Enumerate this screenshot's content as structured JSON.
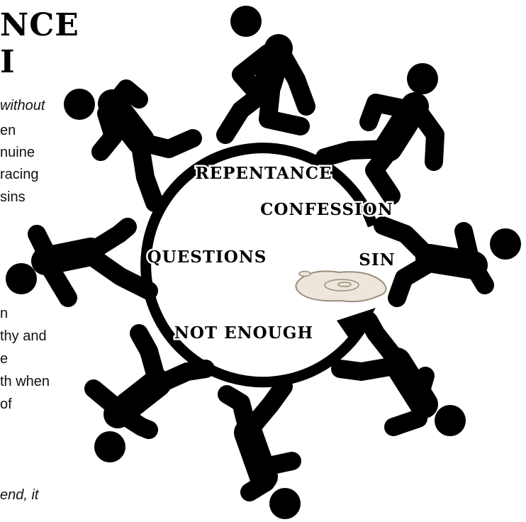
{
  "heading": {
    "line1": "NCE",
    "line2": "I"
  },
  "text_lines": [
    "without",
    "en",
    "nuine",
    "racing",
    " sins",
    "n",
    "thy and",
    "e",
    "th when",
    "of",
    " end, it"
  ],
  "cycle_labels": {
    "repentance": "REPENTANCE",
    "confession": "CONFESSION",
    "sin": "SIN",
    "questions": "QUESTIONS",
    "not_enough": "NOT ENOUGH"
  },
  "figures": [
    "top",
    "upper-right",
    "right",
    "lower-right",
    "bottom",
    "lower-left",
    "left",
    "upper-left"
  ],
  "colors": {
    "ink": "#000000",
    "background": "#ffffff",
    "puddle": "#d8cfc0"
  }
}
